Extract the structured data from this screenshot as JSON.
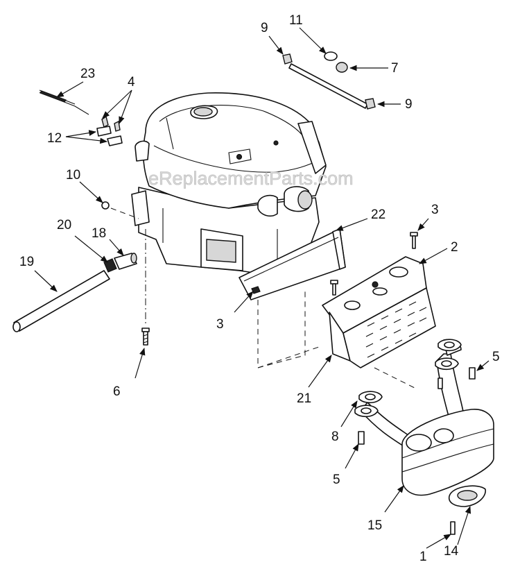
{
  "watermark": "eReplacementParts.com",
  "callouts": {
    "c1": "1",
    "c2": "2",
    "c3a": "3",
    "c3b": "3",
    "c4": "4",
    "c5a": "5",
    "c5b": "5",
    "c6": "6",
    "c7": "7",
    "c8": "8",
    "c9a": "9",
    "c9b": "9",
    "c10": "10",
    "c11": "11",
    "c12": "12",
    "c14": "14",
    "c15": "15",
    "c18": "18",
    "c19": "19",
    "c20": "20",
    "c21": "21",
    "c22": "22",
    "c23": "23"
  }
}
